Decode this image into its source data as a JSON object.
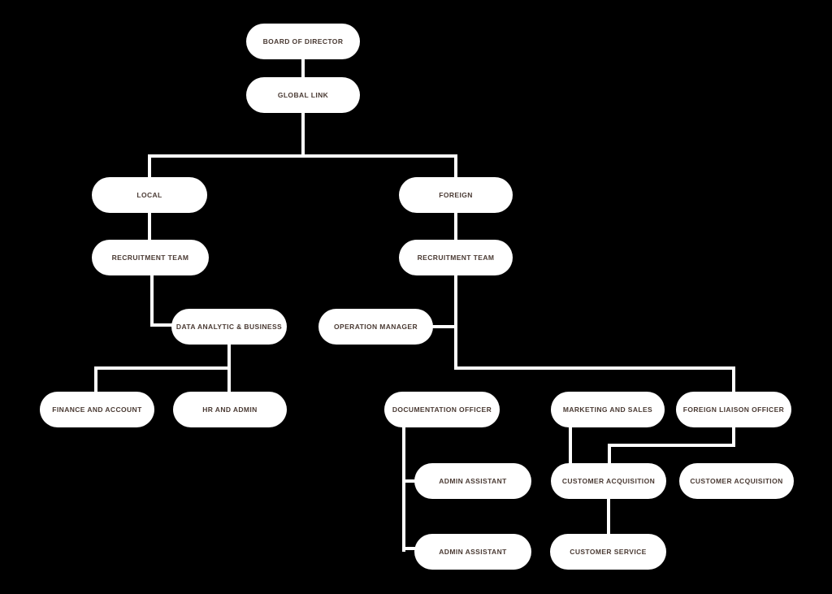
{
  "colors": {
    "background": "#000000",
    "node_fill": "#ffffff",
    "node_text": "#4a3a33",
    "connector": "#ffffff"
  },
  "nodes": {
    "board": {
      "label": "BOARD OF DIRECTOR"
    },
    "global_link": {
      "label": "GLOBAL LINK"
    },
    "local": {
      "label": "LOCAL"
    },
    "foreign": {
      "label": "FOREIGN"
    },
    "recruitment_team_local": {
      "label": "RECRUITMENT TEAM"
    },
    "recruitment_team_foreign": {
      "label": "RECRUITMENT TEAM"
    },
    "data_analytic_business": {
      "label": "DATA ANALYTIC & BUSINESS"
    },
    "operation_manager": {
      "label": "OPERATION MANAGER"
    },
    "finance_account": {
      "label": "FINANCE AND ACCOUNT"
    },
    "hr_admin": {
      "label": "HR AND ADMIN"
    },
    "documentation_officer": {
      "label": "DOCUMENTATION OFFICER"
    },
    "marketing_sales": {
      "label": "MARKETING AND SALES"
    },
    "foreign_liaison_officer": {
      "label": "FOREIGN LIAISON OFFICER"
    },
    "admin_assistant_1": {
      "label": "ADMIN ASSISTANT"
    },
    "customer_acquisition_1": {
      "label": "CUSTOMER ACQUISITION"
    },
    "customer_acquisition_2": {
      "label": "CUSTOMER ACQUISITION"
    },
    "admin_assistant_2": {
      "label": "ADMIN ASSISTANT"
    },
    "customer_service": {
      "label": "CUSTOMER SERVICE"
    }
  },
  "edges": [
    [
      "board",
      "global_link"
    ],
    [
      "global_link",
      "local"
    ],
    [
      "global_link",
      "foreign"
    ],
    [
      "local",
      "recruitment_team_local"
    ],
    [
      "foreign",
      "recruitment_team_foreign"
    ],
    [
      "recruitment_team_local",
      "data_analytic_business"
    ],
    [
      "data_analytic_business",
      "finance_account"
    ],
    [
      "data_analytic_business",
      "hr_admin"
    ],
    [
      "recruitment_team_foreign",
      "operation_manager"
    ],
    [
      "recruitment_team_foreign",
      "foreign_liaison_officer"
    ],
    [
      "documentation_officer",
      "admin_assistant_1"
    ],
    [
      "documentation_officer",
      "admin_assistant_2"
    ],
    [
      "marketing_sales",
      "customer_acquisition_1"
    ],
    [
      "foreign_liaison_officer",
      "customer_acquisition_1"
    ],
    [
      "customer_acquisition_1",
      "customer_service"
    ]
  ]
}
